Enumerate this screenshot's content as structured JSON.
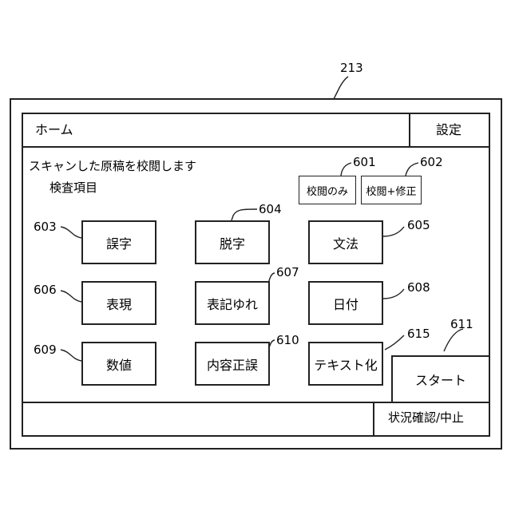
{
  "refs": {
    "device": "213",
    "proof_only": "601",
    "proof_fix": "602",
    "typo": "603",
    "omission": "604",
    "grammar": "605",
    "expression": "606",
    "notation": "607",
    "date": "608",
    "numeric": "609",
    "content": "610",
    "start": "611",
    "text_conv": "615"
  },
  "header": {
    "home": "ホーム",
    "settings": "設定"
  },
  "main": {
    "instruction": "スキャンした原稿を校閲します",
    "section_label": "検査項目",
    "mode_proof_only": "校閲のみ",
    "mode_proof_fix": "校閲+修正"
  },
  "items": {
    "typo": "誤字",
    "omission": "脱字",
    "grammar": "文法",
    "expression": "表現",
    "notation": "表記ゆれ",
    "date": "日付",
    "numeric": "数値",
    "content": "内容正誤",
    "text_conv": "テキスト化"
  },
  "start_label": "スタート",
  "status_label": "状況確認/中止"
}
